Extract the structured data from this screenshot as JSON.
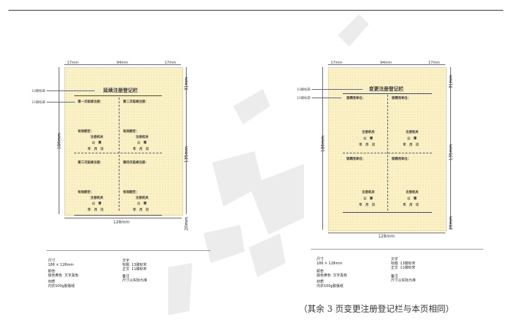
{
  "left_card": {
    "top_width": "17mm",
    "mid_width": "94mm",
    "right_width": "17mm",
    "bottom_width": "128mm",
    "height_total": "186mm",
    "height_top": "31mm",
    "height_mid": "135mm",
    "height_bottom": "20mm",
    "label_title_font": "13磅标宋",
    "label_body_font": "11磅标宋",
    "title": "延续注册登记栏",
    "cells": [
      {
        "heading": "第一次延续注册：",
        "valid": "有效期至：",
        "org": "注册机关",
        "seal": "公　章",
        "date": "年　月　日"
      },
      {
        "heading": "第二次延续注册：",
        "valid": "有效期至：",
        "org": "注册机关",
        "seal": "公　章",
        "date": "年　月　日"
      },
      {
        "heading": "第三次延续注册：",
        "valid": "有效期至：",
        "org": "注册机关",
        "seal": "公　章",
        "date": "年　月　日"
      },
      {
        "heading": "第四次延续注册：",
        "valid": "有效期至：",
        "org": "注册机关",
        "seal": "公　章",
        "date": "年　月　日"
      }
    ],
    "specs": {
      "size": "尺寸\n186 × 128mm",
      "color": "颜色\n底色黄色  文字黑色",
      "material": "材质\n内衣100g胶版纸",
      "text": "文字\n标题  13磅标宋\n正文  11磅标宋",
      "remark": "备注\n尺寸以实际为准"
    }
  },
  "right_card": {
    "top_width": "17mm",
    "mid_width": "94mm",
    "right_width": "17mm",
    "bottom_width": "128mm",
    "height_total": "186mm",
    "height_top": "31mm",
    "height_mid": "135mm",
    "height_bottom": "20mm",
    "label_title_font": "13磅标宋",
    "label_body_font": "11磅标宋",
    "title": "变更注册登记栏",
    "cells": [
      {
        "heading": "现聘用单位：",
        "org": "注册机关",
        "seal": "公　章",
        "date": "年　月　日"
      },
      {
        "heading": "现聘用单位：",
        "org": "注册机关",
        "seal": "公　章",
        "date": "年　月　日"
      },
      {
        "heading": "现聘用单位：",
        "org": "注册机关",
        "seal": "公　章",
        "date": "年　月　日"
      },
      {
        "heading": "现聘用单位：",
        "org": "注册机关",
        "seal": "公　章",
        "date": "年　月　日"
      }
    ],
    "specs": {
      "size": "尺寸\n186 × 128mm",
      "color": "颜色\n底色黄色  文字黑色",
      "material": "材质\n内衣100g胶版纸",
      "text": "文字\n标题  13磅标宋\n正文  11磅标宋",
      "remark": "备注\n尺寸以实际为准"
    }
  },
  "note": "（其余 3 页变更注册登记栏与本页相同）",
  "colors": {
    "paper": "#fbf1c6",
    "watermark": "#ececec"
  }
}
